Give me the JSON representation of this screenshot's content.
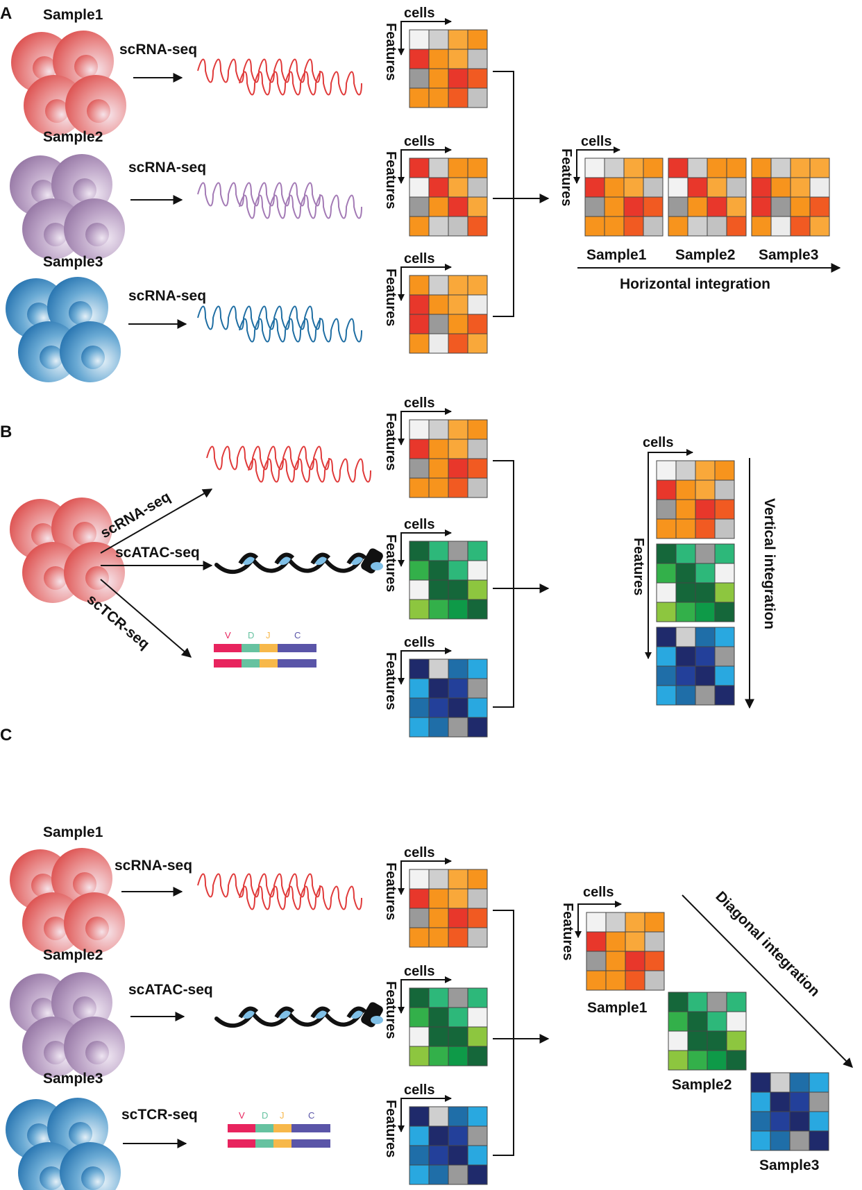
{
  "panels": {
    "A": {
      "letter": "A",
      "samples": [
        {
          "label": "Sample1",
          "assay": "scRNA-seq"
        },
        {
          "label": "Sample2",
          "assay": "scRNA-seq"
        },
        {
          "label": "Sample3",
          "assay": "scRNA-seq"
        }
      ],
      "matrix_axis": {
        "cells": "cells",
        "features": "Features"
      },
      "result_labels": [
        "Sample1",
        "Sample2",
        "Sample3"
      ],
      "integration_label": "Horizontal integration"
    },
    "B": {
      "letter": "B",
      "assays": [
        "scRNA-seq",
        "scATAC-seq",
        "scTCR-seq"
      ],
      "matrix_axis": {
        "cells": "cells",
        "features": "Features"
      },
      "integration_label": "Vertical integration"
    },
    "C": {
      "letter": "C",
      "samples": [
        {
          "label": "Sample1",
          "assay": "scRNA-seq"
        },
        {
          "label": "Sample2",
          "assay": "scATAC-seq"
        },
        {
          "label": "Sample3",
          "assay": "scTCR-seq"
        }
      ],
      "matrix_axis": {
        "cells": "cells",
        "features": "Features"
      },
      "result_labels": [
        "Sample1",
        "Sample2",
        "Sample3"
      ],
      "integration_label": "Diagonal integration"
    }
  },
  "tcr_segments": [
    "V",
    "D",
    "J",
    "C"
  ],
  "colors": {
    "red_cell": "#e05a5a",
    "purple_cell": "#9a7aa8",
    "blue_cell": "#1f78b4",
    "red_wave": "#e03a3a",
    "purple_wave": "#a37ab5",
    "blue_wave": "#1f6ea3",
    "tcr_v": "#e8245e",
    "tcr_d": "#66c2a0",
    "tcr_j": "#f7b84a",
    "tcr_c": "#5a55a8"
  },
  "heatmaps": {
    "rna": [
      [
        "#f2f2f2",
        "#cfcfcf",
        "#f9a83a",
        "#f7941d"
      ],
      [
        "#e8372b",
        "#f7941d",
        "#f9a83a",
        "#c2c2c2"
      ],
      [
        "#9a9a9a",
        "#f7941d",
        "#e8372b",
        "#f15a22"
      ],
      [
        "#f7941d",
        "#f7941d",
        "#f15a22",
        "#c2c2c2"
      ]
    ],
    "rna2": [
      [
        "#e8372b",
        "#cfcfcf",
        "#f7941d",
        "#f7941d"
      ],
      [
        "#f2f2f2",
        "#e8372b",
        "#f9a83a",
        "#c2c2c2"
      ],
      [
        "#9a9a9a",
        "#f7941d",
        "#e8372b",
        "#f9a83a"
      ],
      [
        "#f7941d",
        "#cfcfcf",
        "#c2c2c2",
        "#f15a22"
      ]
    ],
    "rna3": [
      [
        "#f7941d",
        "#cfcfcf",
        "#f9a83a",
        "#f9a83a"
      ],
      [
        "#e8372b",
        "#f7941d",
        "#f9a83a",
        "#ececec"
      ],
      [
        "#e8372b",
        "#9a9a9a",
        "#f7941d",
        "#f15a22"
      ],
      [
        "#f7941d",
        "#ececec",
        "#f15a22",
        "#f9a83a"
      ]
    ],
    "atac": [
      [
        "#15673a",
        "#2db87a",
        "#9a9a9a",
        "#2db87a"
      ],
      [
        "#33b04a",
        "#15673a",
        "#2db87a",
        "#f2f2f2"
      ],
      [
        "#f2f2f2",
        "#15673a",
        "#15673a",
        "#8dc63f"
      ],
      [
        "#8dc63f",
        "#33b04a",
        "#0e9a48",
        "#15673a"
      ]
    ],
    "tcr": [
      [
        "#1f2a6b",
        "#cfcfcf",
        "#1f6ea8",
        "#29a8e0"
      ],
      [
        "#29a8e0",
        "#1f2a6b",
        "#23409a",
        "#9a9a9a"
      ],
      [
        "#1f6ea8",
        "#23409a",
        "#1f2a6b",
        "#29a8e0"
      ],
      [
        "#29a8e0",
        "#1f6ea8",
        "#9a9a9a",
        "#1f2a6b"
      ]
    ]
  }
}
